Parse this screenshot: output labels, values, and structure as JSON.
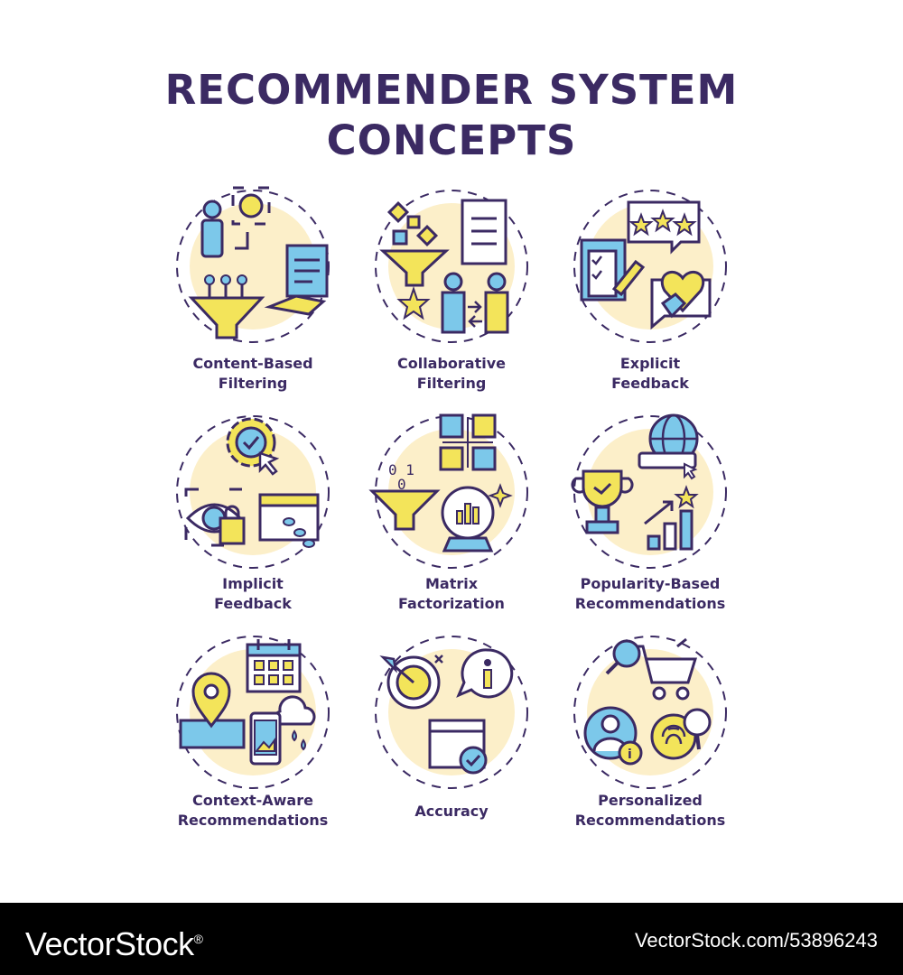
{
  "title": {
    "line1": "RECOMMENDER SYSTEM",
    "line2": "CONCEPTS"
  },
  "colors": {
    "primary": "#3b2a63",
    "yellow": "#f3e45a",
    "blue": "#7cc8ea",
    "bg_circle": "#fcefc9"
  },
  "concepts": [
    {
      "line1": "Content-Based",
      "line2": "Filtering",
      "icon": "content-filtering-icon"
    },
    {
      "line1": "Collaborative",
      "line2": "Filtering",
      "icon": "collaborative-filtering-icon"
    },
    {
      "line1": "Explicit",
      "line2": "Feedback",
      "icon": "explicit-feedback-icon"
    },
    {
      "line1": "Implicit",
      "line2": "Feedback",
      "icon": "implicit-feedback-icon"
    },
    {
      "line1": "Matrix",
      "line2": "Factorization",
      "icon": "matrix-factorization-icon"
    },
    {
      "line1": "Popularity-Based",
      "line2": "Recommendations",
      "icon": "popularity-icon"
    },
    {
      "line1": "Context-Aware",
      "line2": "Recommendations",
      "icon": "context-aware-icon"
    },
    {
      "line1": "Accuracy",
      "line2": "",
      "icon": "accuracy-icon"
    },
    {
      "line1": "Personalized",
      "line2": "Recommendations",
      "icon": "personalized-icon"
    }
  ],
  "footer": {
    "brand": "VectorStock",
    "trademark": "®",
    "url": "VectorStock.com/53896243"
  }
}
